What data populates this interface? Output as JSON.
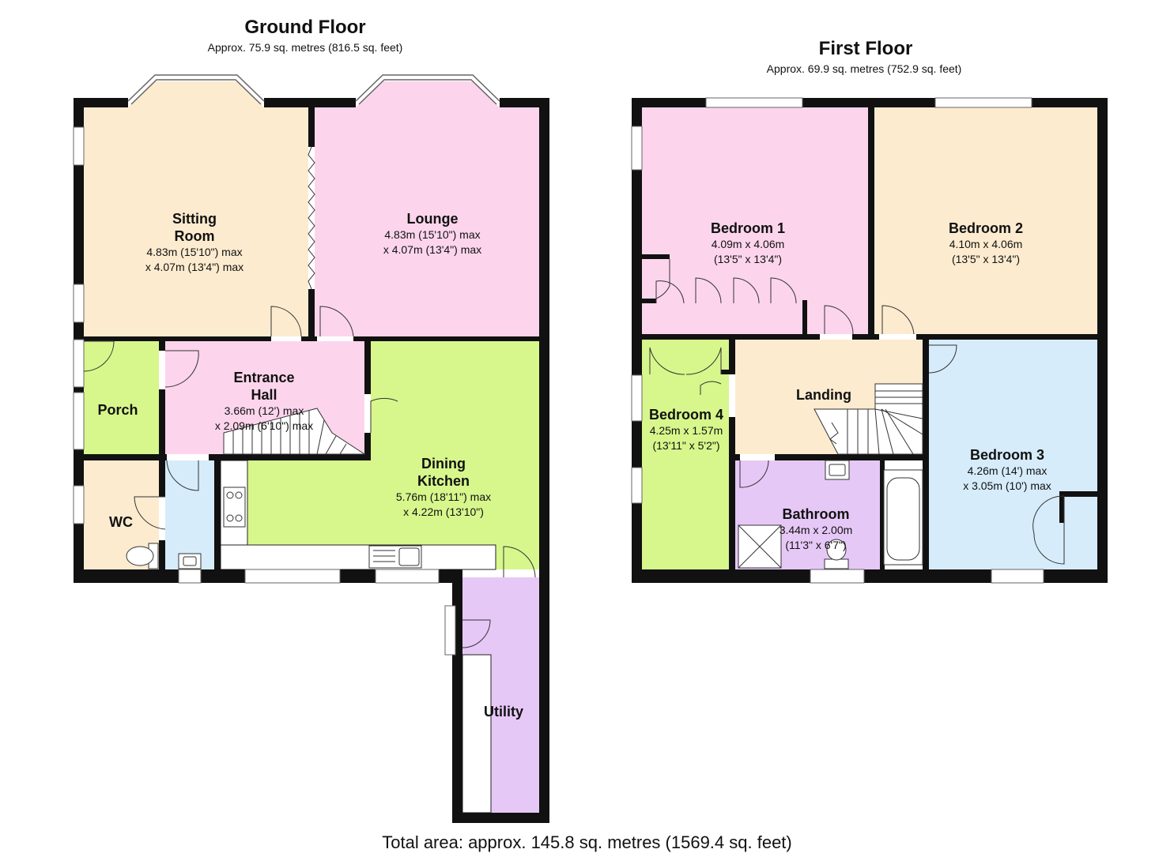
{
  "ground_floor": {
    "title": "Ground Floor",
    "area": "Approx. 75.9 sq. metres (816.5 sq. feet)",
    "rooms": {
      "sitting_room": {
        "name_line1": "Sitting",
        "name_line2": "Room",
        "dim_line1": "4.83m (15'10\") max",
        "dim_line2": "x 4.07m (13'4\") max"
      },
      "lounge": {
        "name": "Lounge",
        "dim_line1": "4.83m (15'10\") max",
        "dim_line2": "x 4.07m (13'4\") max"
      },
      "entrance_hall": {
        "name_line1": "Entrance",
        "name_line2": "Hall",
        "dim_line1": "3.66m (12') max",
        "dim_line2": "x 2.09m (6'10\") max"
      },
      "porch": {
        "name": "Porch"
      },
      "wc": {
        "name": "WC"
      },
      "dining_kitchen": {
        "name_line1": "Dining",
        "name_line2": "Kitchen",
        "dim_line1": "5.76m (18'11\") max",
        "dim_line2": "x 4.22m (13'10\")"
      },
      "utility": {
        "name": "Utility"
      }
    }
  },
  "first_floor": {
    "title": "First Floor",
    "area": "Approx. 69.9 sq. metres (752.9 sq. feet)",
    "rooms": {
      "bedroom_1": {
        "name": "Bedroom 1",
        "dim_line1": "4.09m x 4.06m",
        "dim_line2": "(13'5\" x 13'4\")"
      },
      "bedroom_2": {
        "name": "Bedroom 2",
        "dim_line1": "4.10m x 4.06m",
        "dim_line2": "(13'5\" x 13'4\")"
      },
      "bedroom_3": {
        "name": "Bedroom 3",
        "dim_line1": "4.26m (14') max",
        "dim_line2": "x 3.05m (10') max"
      },
      "bedroom_4": {
        "name": "Bedroom 4",
        "dim_line1": "4.25m x 1.57m",
        "dim_line2": "(13'11\" x 5'2\")"
      },
      "landing": {
        "name": "Landing"
      },
      "bathroom": {
        "name": "Bathroom",
        "dim_line1": "3.44m x 2.00m",
        "dim_line2": "(11'3\" x 6'7\")"
      }
    }
  },
  "total_area": "Total area: approx. 145.8 sq. metres (1569.4 sq. feet)",
  "colors": {
    "wall": "#111111",
    "peach": "#fcebcf",
    "pink": "#fcd5ec",
    "green": "#d7f78c",
    "blue": "#d6ecfa",
    "lavender": "#e6c8f6",
    "window": "#ffffff"
  }
}
